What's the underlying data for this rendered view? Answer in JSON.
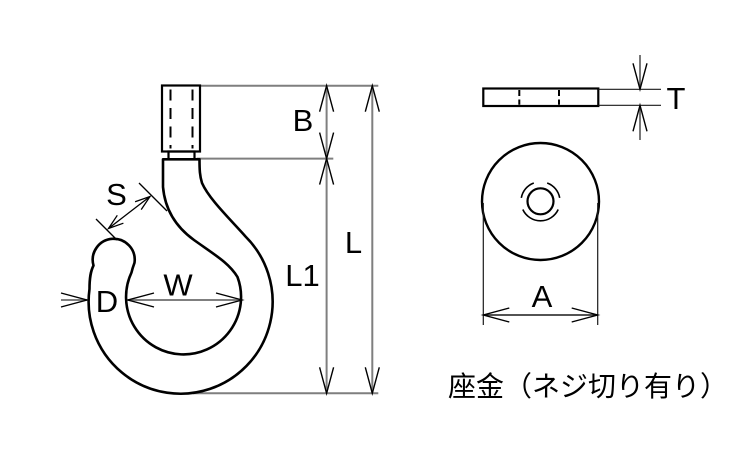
{
  "drawing": {
    "hook_view": {
      "labels": {
        "b": "B",
        "l": "L",
        "l1": "L1",
        "s": "S",
        "w": "W",
        "d": "D"
      }
    },
    "washer_view": {
      "labels": {
        "t": "T",
        "a": "A"
      },
      "caption": "座金（ネジ切り有り）"
    },
    "colors": {
      "outline": "#000000",
      "dimension_line": "#7f7f7f",
      "thin_line": "#1a1a1a",
      "background": "#ffffff"
    }
  }
}
